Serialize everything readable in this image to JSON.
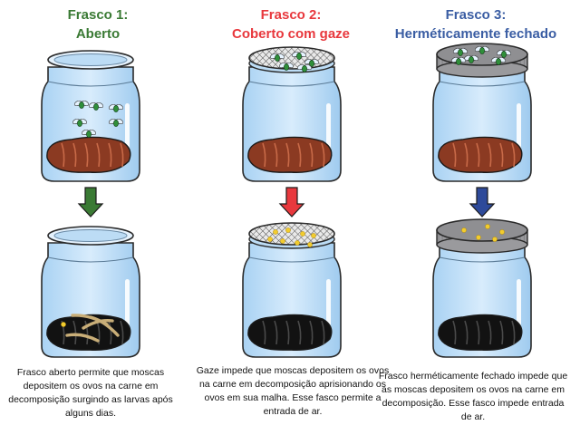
{
  "jars": [
    {
      "id": "jar1",
      "title_line1": "Frasco 1:",
      "title_line2": "Aberto",
      "title_color": "#3a7a34",
      "arrow_color": "#3a7a34",
      "cover": "open",
      "caption": "Frasco aberto permite que moscas depositem os ovos na carne em decomposição surgindo as larvas após alguns dias."
    },
    {
      "id": "jar2",
      "title_line1": "Frasco 2:",
      "title_line2": "Coberto com gaze",
      "title_color": "#e8383d",
      "arrow_color": "#e8383d",
      "cover": "gauze",
      "caption": "Gaze impede que moscas depositem os ovos na carne em decomposição aprisionando os ovos em sua malha. Esse fasco permite a entrada de ar."
    },
    {
      "id": "jar3",
      "title_line1": "Frasco 3:",
      "title_line2": "Herméticamente fechado",
      "title_color": "#3a5da3",
      "arrow_color": "#2e4a9a",
      "cover": "sealed",
      "caption": "Frasco herméticamente fechado impede que as moscas depositem os ovos na carne em decomposição. Esse  fasco impede entrada de ar."
    }
  ],
  "colors": {
    "glass": "#cfe6fb",
    "glass_edge": "#2a2a2a",
    "meat_fresh": "#8b3a22",
    "meat_rotten": "#121212",
    "larva": "#c9ae78",
    "egg": "#f2cc2e",
    "fly": "#2f8f3a",
    "lid_grey": "#8f8f92"
  }
}
